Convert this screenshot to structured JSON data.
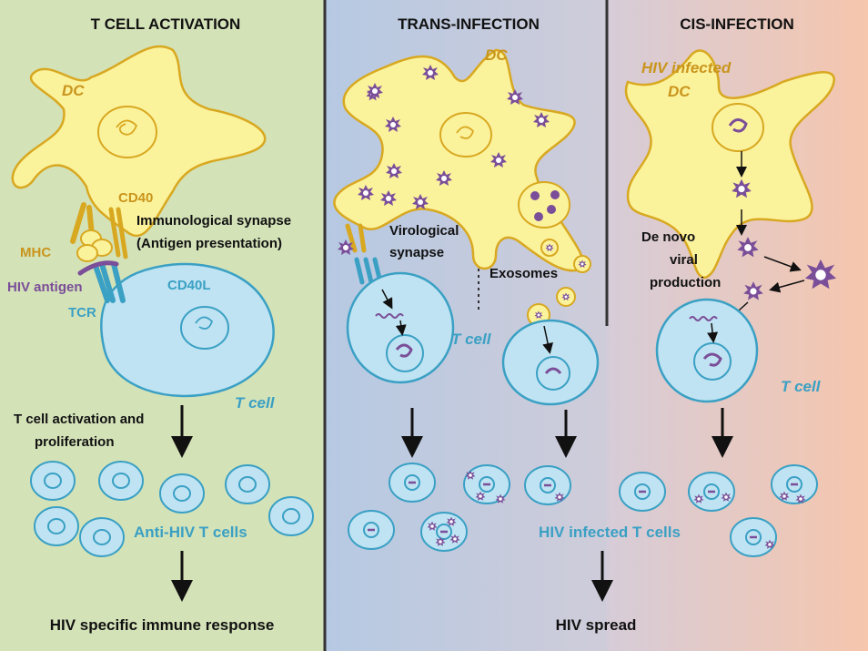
{
  "panels": {
    "activation": {
      "title": "T CELL ACTIVATION",
      "dc": "DC",
      "cd40": "CD40",
      "synapse_line1": "Immunological synapse",
      "synapse_line2": "(Antigen presentation)",
      "mhc": "MHC",
      "hiv_antigen": "HIV antigen",
      "tcr": "TCR",
      "cd40l": "CD40L",
      "tcell": "T cell",
      "process_line1": "T cell activation and",
      "process_line2": "proliferation",
      "anti_hiv": "Anti-HIV T cells",
      "outcome": "HIV specific immune response"
    },
    "trans": {
      "title": "TRANS-INFECTION",
      "dc": "DC",
      "synapse_line1": "Virological",
      "synapse_line2": "synapse",
      "exosomes": "Exosomes",
      "tcell": "T cell"
    },
    "cis": {
      "title": "CIS-INFECTION",
      "dc_line1": "HIV infected",
      "dc_line2": "DC",
      "production_line1": "De novo",
      "production_line2": "viral",
      "production_line3": "production",
      "tcell": "T cell"
    },
    "shared": {
      "infected": "HIV infected T cells",
      "outcome": "HIV spread"
    }
  },
  "colors": {
    "activation_bg": "#d4e2b8",
    "trans_bg_left": "#b6c9e3",
    "trans_bg_right": "#d0cbd8",
    "cis_bg_right": "#f6c8b0",
    "dc_fill": "#fbf29c",
    "dc_stroke": "#d8a820",
    "tcell_fill": "#bfe3f2",
    "tcell_stroke": "#3aa0c4",
    "virus": "#7a4e98"
  }
}
